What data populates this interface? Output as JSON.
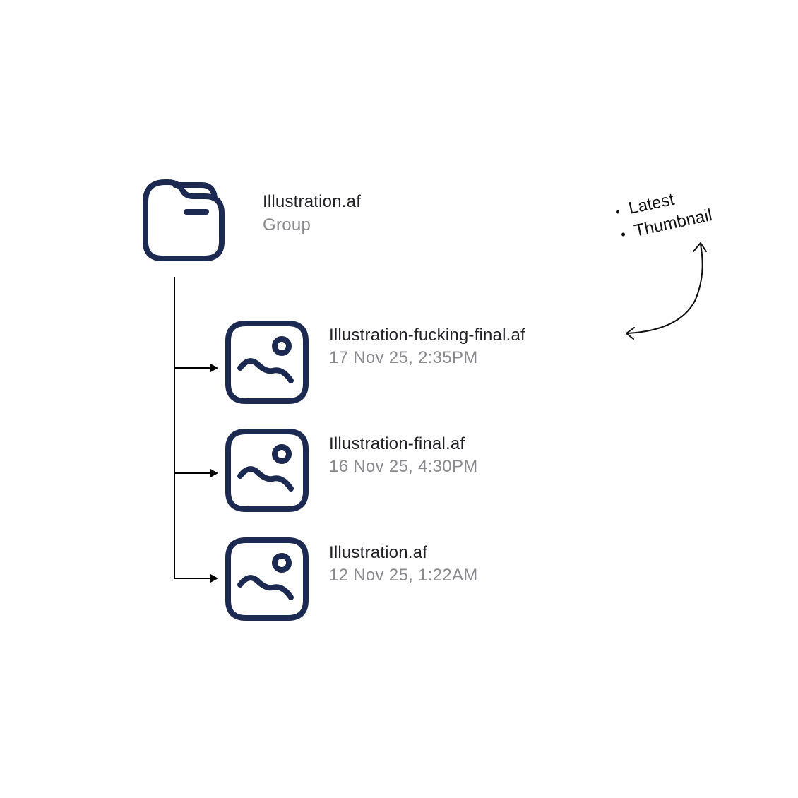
{
  "colors": {
    "icon_stroke": "#1c2a52",
    "title_text": "#222226",
    "subtitle_text": "#8a8a8e",
    "connector": "#000000"
  },
  "group": {
    "icon": "folder-icon",
    "title": "Illustration.af",
    "subtitle": "Group"
  },
  "files": [
    {
      "icon": "image-icon",
      "title": "Illustration-fucking-final.af",
      "subtitle": "17 Nov 25, 2:35PM"
    },
    {
      "icon": "image-icon",
      "title": "Illustration-final.af",
      "subtitle": "16 Nov 25, 4:30PM"
    },
    {
      "icon": "image-icon",
      "title": "Illustration.af",
      "subtitle": "12 Nov 25, 1:22AM"
    }
  ],
  "annotation": {
    "items": [
      "Latest",
      "Thumbnail"
    ],
    "arrow": "curved-double-arrow"
  }
}
